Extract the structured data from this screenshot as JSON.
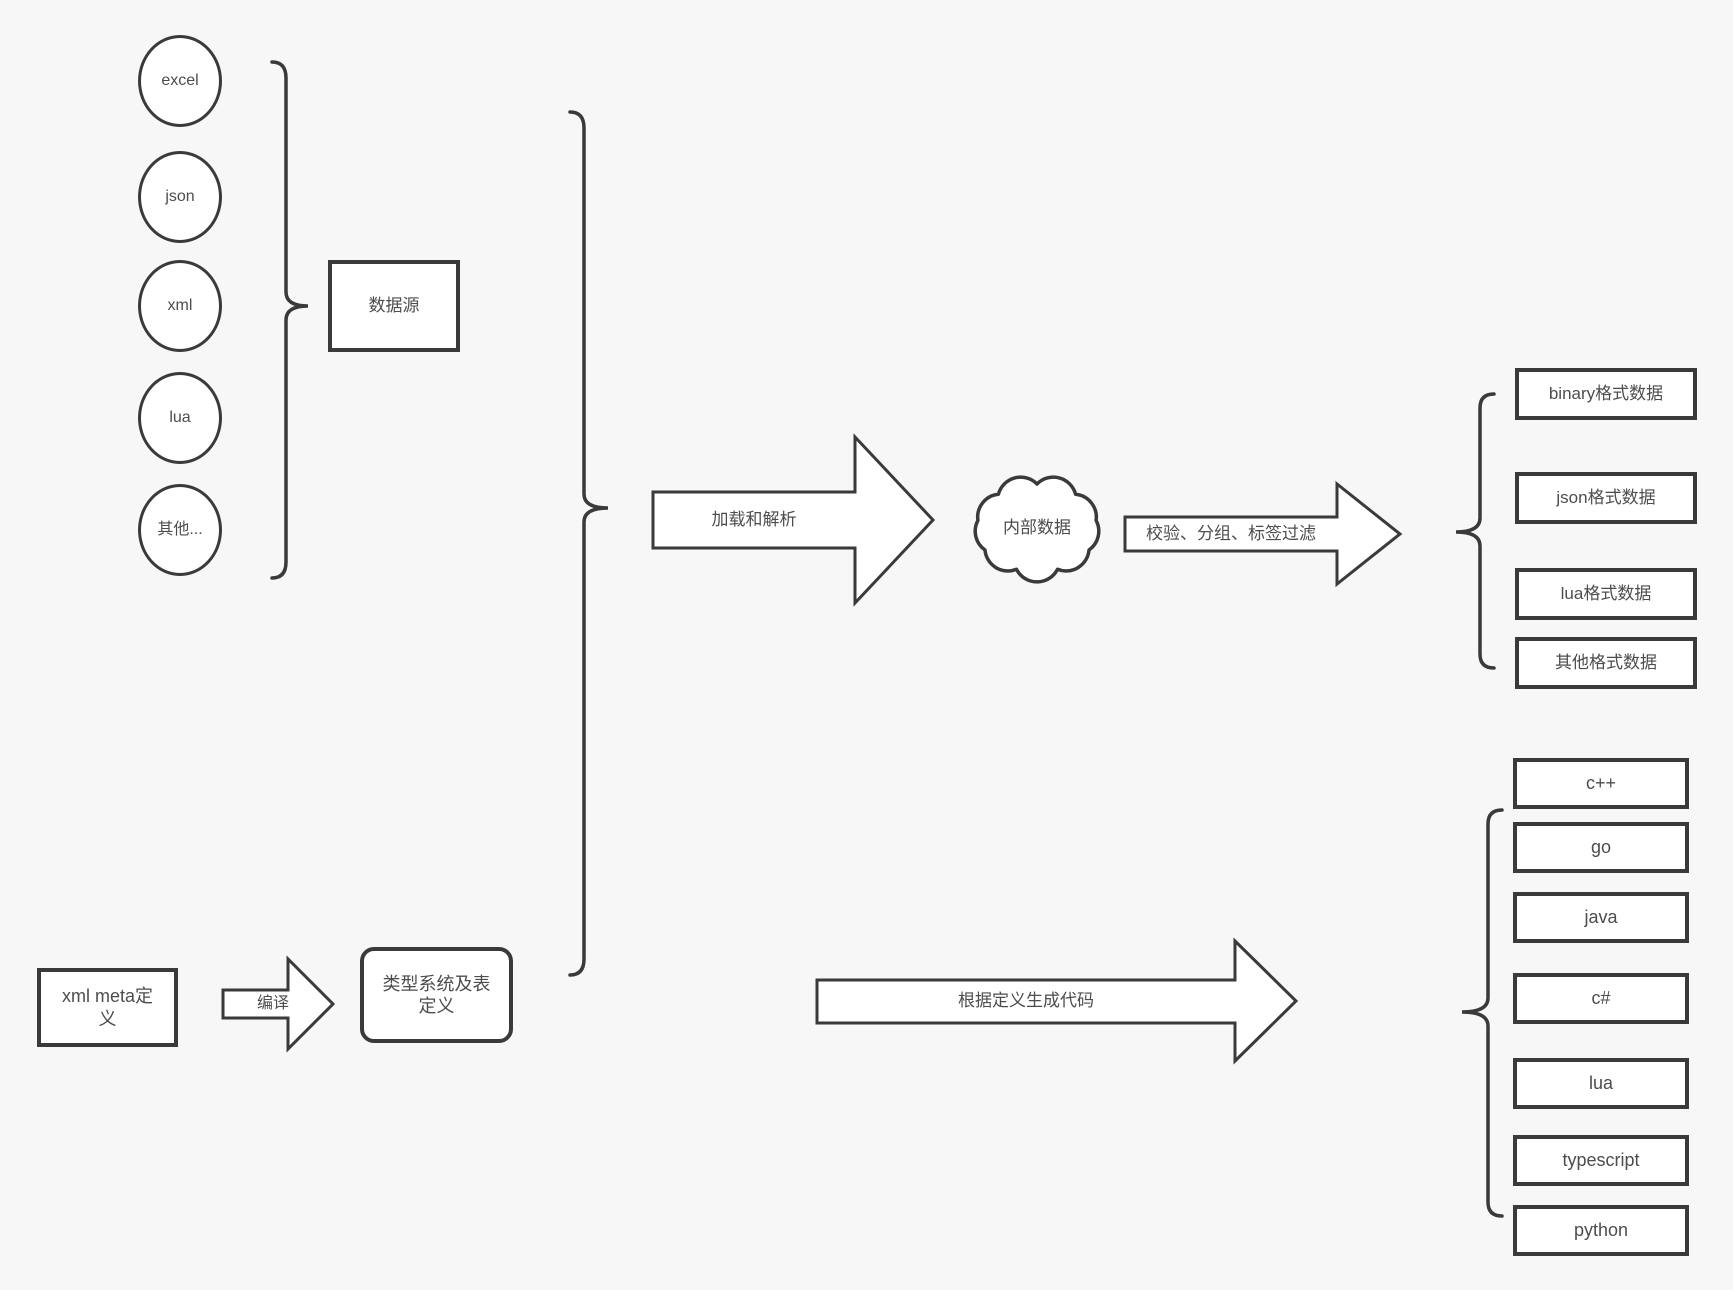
{
  "diagram": {
    "colors": {
      "background": "#f7f7f7",
      "stroke": "#3a3a3a",
      "text": "#4d4d4d",
      "shape_fill": "#ffffff"
    },
    "sources": [
      "excel",
      "json",
      "xml",
      "lua",
      "其他..."
    ],
    "source_group": {
      "label": "数据源"
    },
    "pipeline": {
      "load_arrow_label": "加载和解析",
      "internal_data_label": "内部数据",
      "filter_arrow_label": "校验、分组、标签过滤",
      "output_formats": [
        "binary格式数据",
        "json格式数据",
        "lua格式数据",
        "其他格式数据"
      ]
    },
    "definition_flow": {
      "meta_label": "xml meta定义",
      "compile_arrow_label": "编译",
      "type_system_label": "类型系统及表定义",
      "codegen_arrow_label": "根据定义生成代码",
      "languages": [
        "c++",
        "go",
        "java",
        "c#",
        "lua",
        "typescript",
        "python"
      ]
    }
  }
}
